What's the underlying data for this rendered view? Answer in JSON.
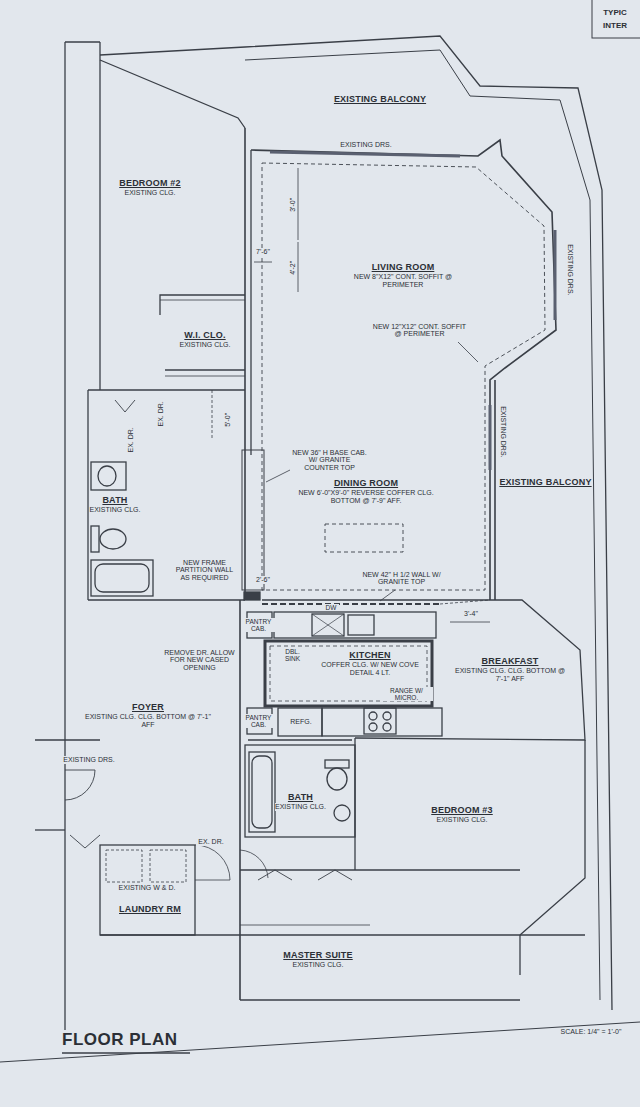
{
  "diagram": {
    "title": "FLOOR PLAN",
    "nodes": [
      {
        "text": [
          "EXISTING BALCONY"
        ]
      },
      {
        "text": [
          "BEDROOM #2",
          "EXISTING CLG."
        ]
      },
      {
        "text": [
          "LIVING ROOM",
          "NEW 8\"X12\" CONT. SOFFIT @ PERIMETER"
        ]
      },
      {
        "text": [
          "W.I. CLO.",
          "EXISTING CLG."
        ]
      },
      {
        "text": [
          "BATH",
          "EXISTING CLG."
        ]
      },
      {
        "text": [
          "DINING ROOM",
          "NEW 6'-0\"X9'-0\" REVERSE COFFER CLG. BOTTOM @ 7'-9\" AFF."
        ]
      },
      {
        "text": [
          "EXISTING BALCONY"
        ]
      },
      {
        "text": [
          "KITCHEN",
          "COFFER CLG. W/ NEW COVE DETAIL 4 LT."
        ]
      },
      {
        "text": [
          "BREAKFAST",
          "EXISTING CLG. CLG. BOTTOM @ 7'-1\" AFF"
        ]
      },
      {
        "text": [
          "FOYER",
          "EXISTING CLG. CLG. BOTTOM @ 7'-1\" AFF"
        ]
      },
      {
        "text": [
          "BATH",
          "EXISTING CLG."
        ]
      },
      {
        "text": [
          "BEDROOM #3",
          "EXISTING CLG."
        ]
      },
      {
        "text": [
          "LAUNDRY RM"
        ]
      },
      {
        "text": [
          "MASTER SUITE",
          "EXISTING CLG."
        ]
      }
    ],
    "labels": [
      "TYPIC",
      "INTER",
      "EXISTING DRS.",
      "3'-0\"",
      "4'-2\"",
      "7'-6\"",
      "NEW 12\"X12\" CONT. SOFFIT @ PERIMETER",
      "EXISTING DRS.",
      "EX. DR.",
      "EX. DR.",
      "5'-0\"",
      "NEW 36\" H BASE CAB. W/ GRANITE COUNTER TOP",
      "EXISTING DRS.",
      "NEW FRAME PARTITION WALL AS REQUIRED",
      "2'-6\"",
      "NEW 42\" H 1/2 WALL W/ GRANITE TOP",
      "3'-4\"",
      "PANTRY CAB.",
      "DW",
      "DBL. SINK",
      "REMOVE DR. ALLOW FOR NEW CASED OPENING",
      "PANTRY CAB.",
      "REFG.",
      "RANGE W/ MICRO.",
      "EXISTING DRS.",
      "EX. DR.",
      "EXISTING W & D.",
      "SCALE: 1/4\" = 1'-0\""
    ]
  }
}
